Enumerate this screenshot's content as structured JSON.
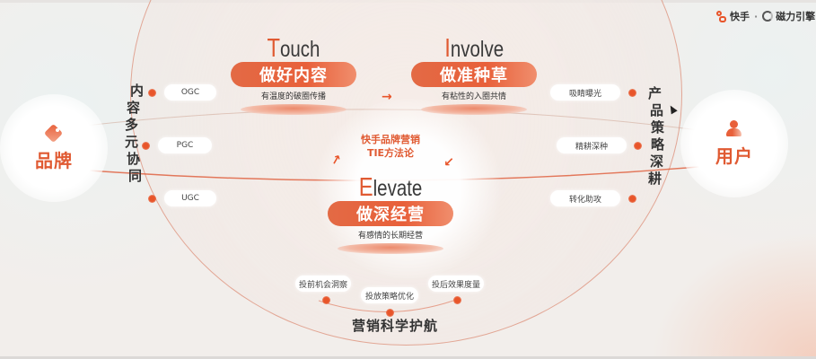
{
  "logo": {
    "brand": "快手",
    "separator": "·",
    "partner": "磁力引擎"
  },
  "center": {
    "title_line1": "快手品牌营销",
    "title_line2": "TIE方法论"
  },
  "stages": {
    "touch": {
      "initial": "T",
      "rest": "ouch",
      "banner": "做好内容",
      "subtitle": "有温度的破圈传播"
    },
    "involve": {
      "initial": "I",
      "rest": "nvolve",
      "banner": "做准种草",
      "subtitle": "有粘性的入圈共情"
    },
    "elevate": {
      "initial": "E",
      "rest": "levate",
      "banner": "做深经营",
      "subtitle": "有感情的长期经营"
    }
  },
  "left": {
    "node_label": "品牌",
    "node_icon": "tag-icon",
    "vertical_text": [
      "内",
      "容",
      "多",
      "元",
      "协",
      "同"
    ],
    "pills": [
      "OGC",
      "PGC",
      "UGC"
    ]
  },
  "right": {
    "node_label": "用户",
    "node_icon": "user-icon",
    "vertical_text": [
      "产",
      "品",
      "策",
      "略",
      "深",
      "耕"
    ],
    "pills": [
      "吸睛曝光",
      "精耕深种",
      "转化助攻"
    ]
  },
  "bottom": {
    "title": "营销科学护航",
    "pills": [
      "投前机会洞察",
      "投放策略优化",
      "投后效果度量"
    ]
  },
  "colors": {
    "accent": "#e05a32",
    "banner": "#e8603a",
    "text": "#333333",
    "background": "#f2eeeb"
  },
  "arrows": {
    "touch_to_involve": "→",
    "involve_to_elevate": "→",
    "elevate_to_touch": "→"
  }
}
